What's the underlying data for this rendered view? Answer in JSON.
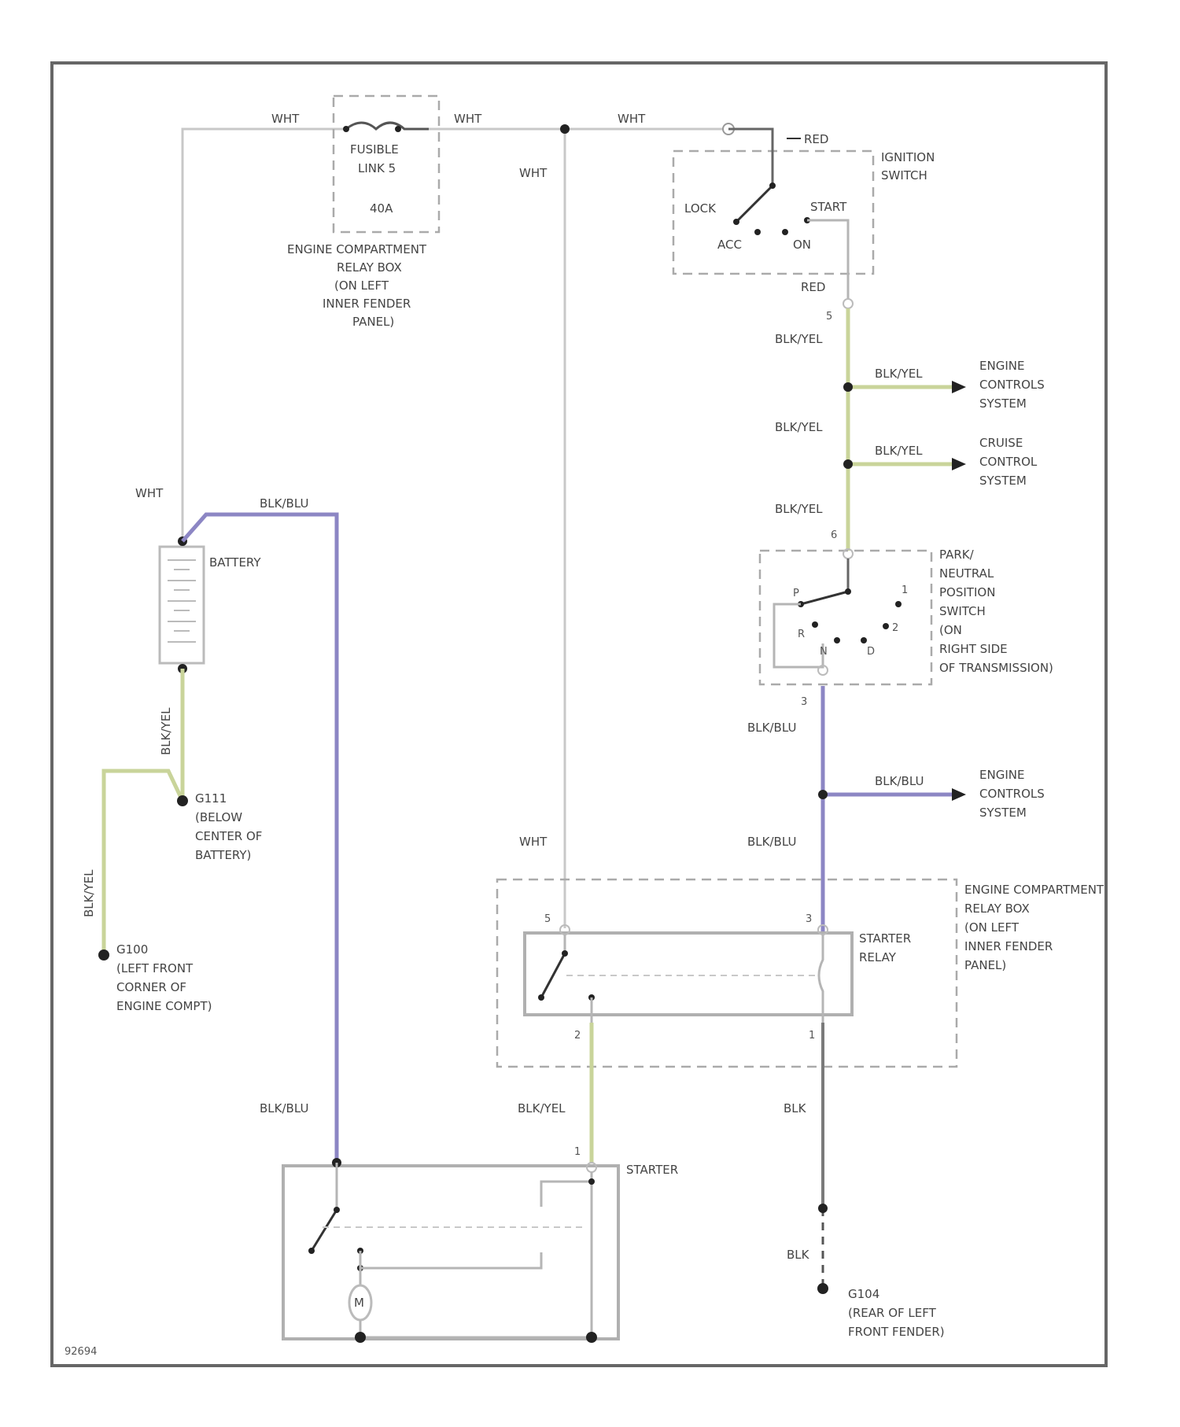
{
  "wire_colors": {
    "WHT": "#c8c8c8",
    "BLK/YEL": "#c9d49a",
    "BLK/BLU": "#8c86c4",
    "BLK": "#7a7a7a"
  },
  "wire_labels": {
    "wht_top_left": "WHT",
    "wht_top_mid": "WHT",
    "wht_top_right": "WHT",
    "wht_vertical_upper": "WHT",
    "wht_vertical_lower": "WHT",
    "wht_battery": "WHT",
    "red_top": "RED",
    "red_ignition_out": "RED",
    "blkyel_1": "BLK/YEL",
    "blkyel_2": "BLK/YEL",
    "blkyel_3": "BLK/YEL",
    "blkyel_branch1": "BLK/YEL",
    "blkyel_branch2": "BLK/YEL",
    "blkyel_starter": "BLK/YEL",
    "blkyel_battery_neg": "BLK/YEL",
    "blkyel_ground_left": "BLK/YEL",
    "blkblu_battery": "BLK/BLU",
    "blkblu_starter_left": "BLK/BLU",
    "blkblu_pnp_out": "BLK/BLU",
    "blkblu_branch": "BLK/BLU",
    "blkblu_relay_in": "BLK/BLU",
    "blk_relay_out": "BLK",
    "blk_ground": "BLK"
  },
  "components": {
    "fusible_link": [
      "FUSIBLE",
      "LINK 5",
      "40A"
    ],
    "relay_box_top": [
      "ENGINE COMPARTMENT",
      "RELAY BOX",
      "(ON LEFT",
      "INNER FENDER",
      "PANEL)"
    ],
    "ignition_switch": [
      "IGNITION",
      "SWITCH"
    ],
    "ignition_positions": {
      "lock": "LOCK",
      "acc": "ACC",
      "on": "ON",
      "start": "START"
    },
    "engine_controls_1": [
      "ENGINE",
      "CONTROLS",
      "SYSTEM"
    ],
    "cruise_control": [
      "CRUISE",
      "CONTROL",
      "SYSTEM"
    ],
    "pnp_switch": [
      "PARK/",
      "NEUTRAL",
      "POSITION",
      "SWITCH",
      "(ON",
      "RIGHT SIDE",
      "OF TRANSMISSION)"
    ],
    "pnp_positions": {
      "p": "P",
      "r": "R",
      "n": "N",
      "d": "D",
      "two": "2",
      "one": "1"
    },
    "battery": "BATTERY",
    "ground_g11": [
      "G111",
      "(BELOW",
      "CENTER OF",
      "BATTERY)"
    ],
    "ground_g100": [
      "G100",
      "(LEFT FRONT",
      "CORNER OF",
      "ENGINE COMPT)"
    ],
    "engine_controls_2": [
      "ENGINE",
      "CONTROLS",
      "SYSTEM"
    ],
    "relay_box_bottom": [
      "ENGINE COMPARTMENT",
      "RELAY BOX",
      "(ON LEFT",
      "INNER FENDER",
      "PANEL)"
    ],
    "starter_relay": [
      "STARTER",
      "RELAY"
    ],
    "starter": "STARTER",
    "motor_symbol": "M",
    "ground_g104": [
      "G104",
      "(REAR OF LEFT",
      "FRONT FENDER)"
    ]
  },
  "pin_numbers": {
    "ign_out": "5",
    "pnp_in": "6",
    "pnp_out": "3",
    "relay_5": "5",
    "relay_3": "3",
    "relay_2": "2",
    "relay_1": "1",
    "starter_1": "1"
  },
  "figure_id": "92694"
}
